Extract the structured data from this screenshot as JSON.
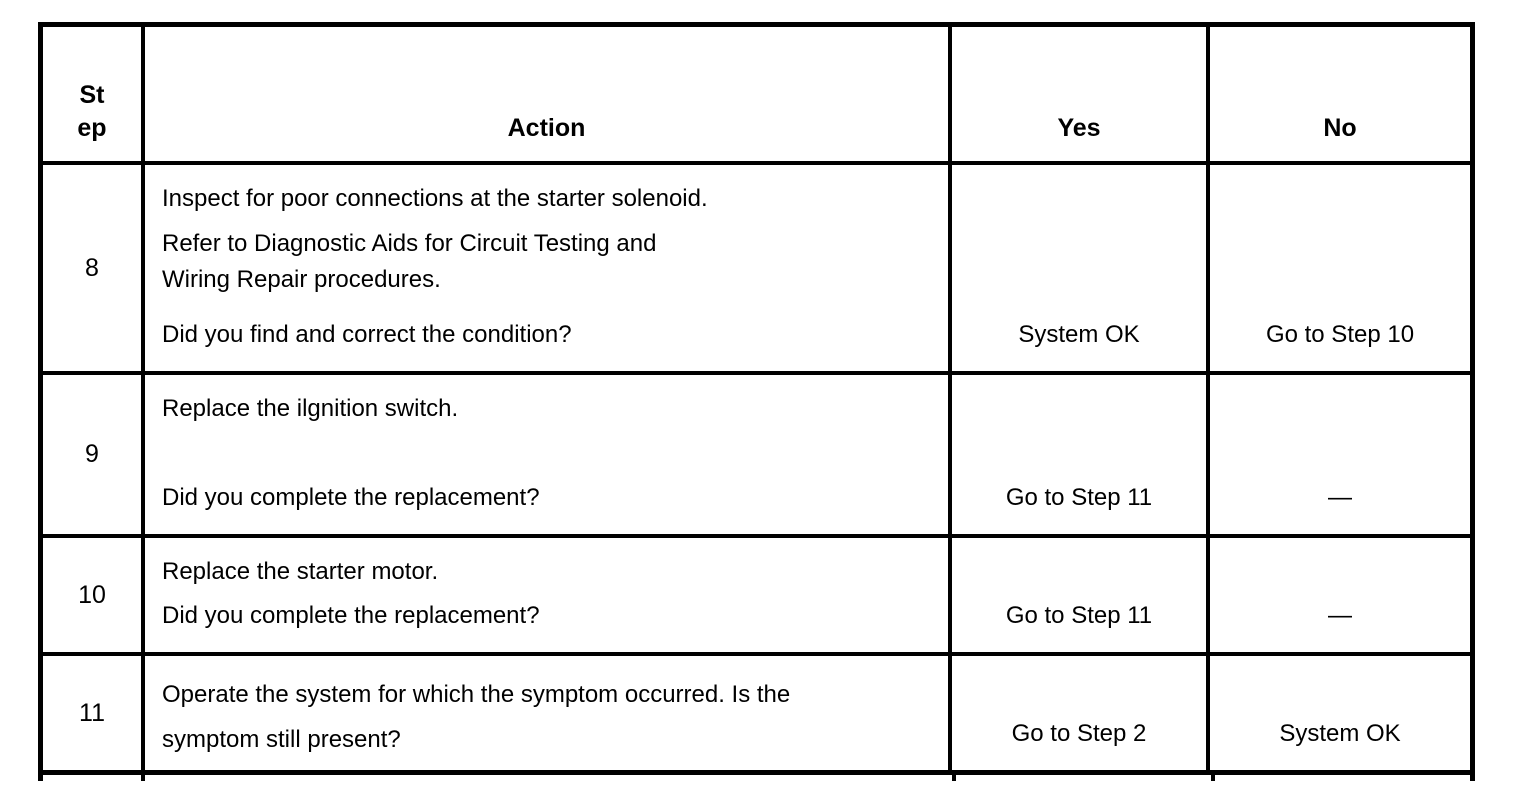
{
  "page": {
    "background_color": "#ffffff",
    "line_color": "#000000",
    "text_color": "#000000"
  },
  "table": {
    "header": {
      "step_line1": "St",
      "step_line2": "ep",
      "action": "Action",
      "yes": "Yes",
      "no": "No"
    },
    "rows": [
      {
        "step": "8",
        "paragraphs": [
          "Inspect for poor connections at the starter solenoid.",
          "Refer to Diagnostic Aids for Circuit Testing and\nWiring Repair procedures."
        ],
        "question": "Did you find and correct the condition?",
        "yes": "System OK",
        "no": "Go to Step 10"
      },
      {
        "step": "9",
        "paragraphs": [
          "Replace the ilgnition switch."
        ],
        "question": "Did you complete the replacement?",
        "yes": "Go to Step 11",
        "no": "—"
      },
      {
        "step": "10",
        "paragraphs": [
          "Replace the starter motor."
        ],
        "question": "Did you complete the replacement?",
        "yes": "Go to Step 11",
        "no": "—"
      },
      {
        "step": "11",
        "paragraphs": [],
        "question": "Operate the system for which the symptom occurred. Is the\nsymptom still present?",
        "yes": "Go to Step 2",
        "no": "System OK"
      }
    ]
  }
}
